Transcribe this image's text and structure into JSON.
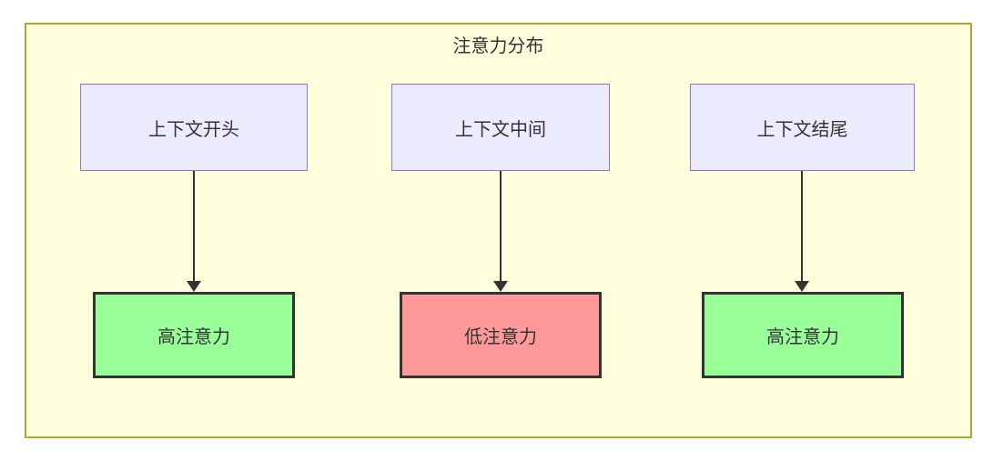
{
  "diagram": {
    "title": "注意力分布",
    "columns": [
      {
        "source": "上下文开头",
        "target": "高注意力",
        "attention_level": "high"
      },
      {
        "source": "上下文中间",
        "target": "低注意力",
        "attention_level": "low"
      },
      {
        "source": "上下文结尾",
        "target": "高注意力",
        "attention_level": "high"
      }
    ],
    "colors": {
      "container_fill": "#ffffde",
      "container_border": "#aaaa33",
      "source_node_fill": "#ECECFF",
      "source_node_border": "#9370DB",
      "high_attention_fill": "#99ff99",
      "low_attention_fill": "#ff9999",
      "target_node_border": "#333333",
      "arrow": "#333333",
      "text": "#333333"
    }
  }
}
